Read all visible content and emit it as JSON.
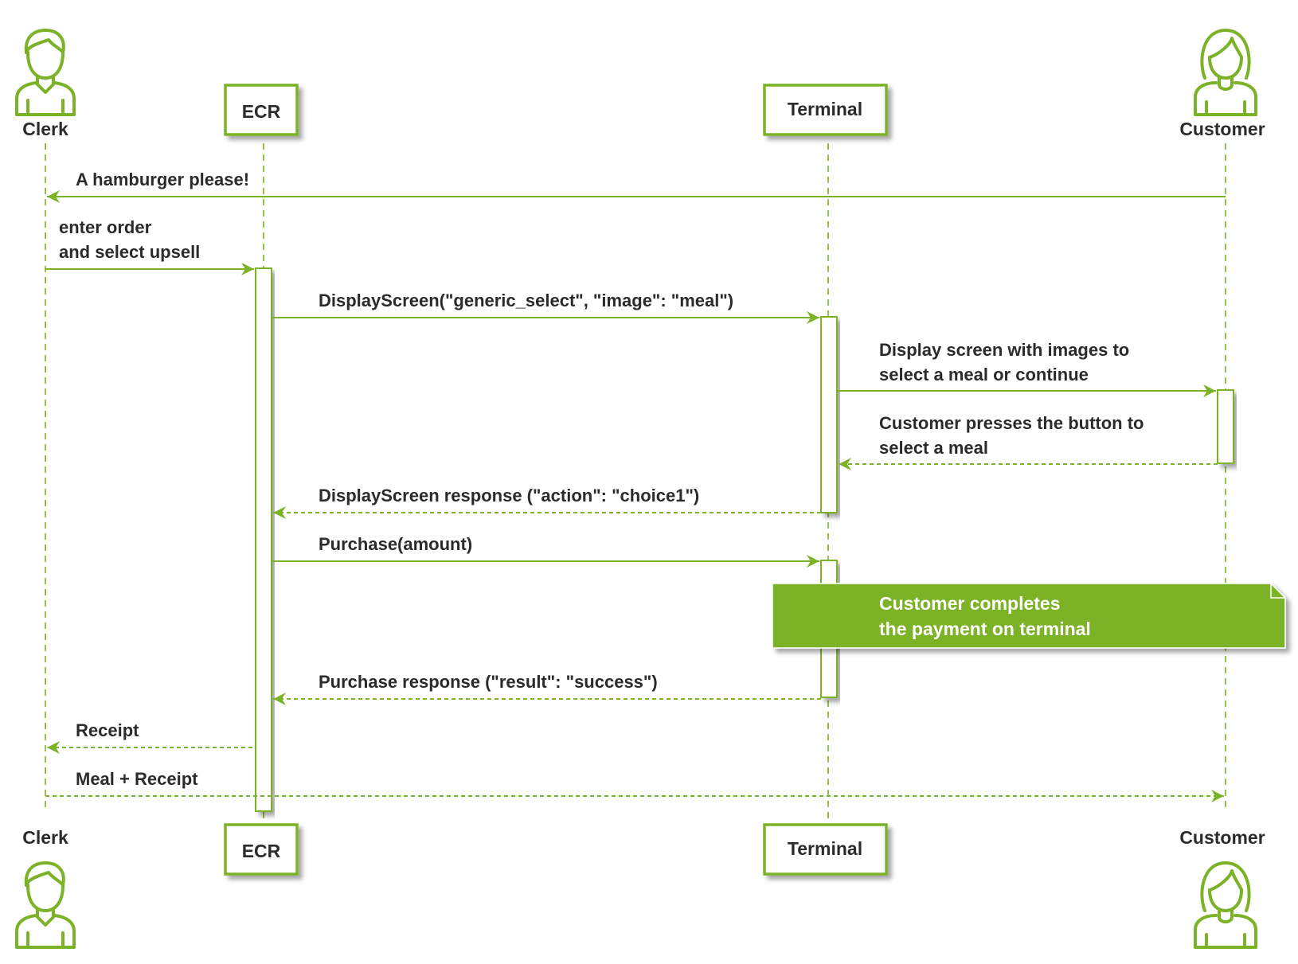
{
  "colors": {
    "accent": "#7cb227",
    "text": "#2b2b2b",
    "note_fill": "#7cb227",
    "note_text": "#ffffff"
  },
  "participants": {
    "clerk": {
      "label": "Clerk",
      "icon": "male-user-icon"
    },
    "ecr": {
      "label": "ECR"
    },
    "terminal": {
      "label": "Terminal"
    },
    "customer": {
      "label": "Customer",
      "icon": "female-user-icon"
    }
  },
  "messages": [
    {
      "from": "customer",
      "to": "clerk",
      "style": "solid",
      "lines": [
        "A hamburger please!"
      ]
    },
    {
      "from": "clerk",
      "to": "ecr",
      "style": "solid",
      "lines": [
        "enter order",
        "and select upsell"
      ]
    },
    {
      "from": "ecr",
      "to": "terminal",
      "style": "solid",
      "lines": [
        "DisplayScreen(\"generic_select\", \"image\": \"meal\")"
      ]
    },
    {
      "from": "terminal",
      "to": "customer",
      "style": "solid",
      "lines": [
        "Display screen with images to",
        "select a meal or continue"
      ]
    },
    {
      "from": "customer",
      "to": "terminal",
      "style": "dashed",
      "lines": [
        "Customer presses the button to",
        "select a meal"
      ]
    },
    {
      "from": "terminal",
      "to": "ecr",
      "style": "dashed",
      "lines": [
        "DisplayScreen response (\"action\": \"choice1\")"
      ]
    },
    {
      "from": "ecr",
      "to": "terminal",
      "style": "solid",
      "lines": [
        "Purchase(amount)"
      ]
    },
    {
      "from": "terminal",
      "to": "ecr",
      "style": "dashed",
      "lines": [
        "Purchase response (\"result\": \"success\")"
      ]
    },
    {
      "from": "ecr",
      "to": "clerk",
      "style": "dashed",
      "lines": [
        "Receipt"
      ]
    },
    {
      "from": "clerk",
      "to": "customer",
      "style": "dashed",
      "lines": [
        "Meal + Receipt"
      ]
    }
  ],
  "note": {
    "lines": [
      "Customer completes",
      "the payment on terminal"
    ]
  }
}
